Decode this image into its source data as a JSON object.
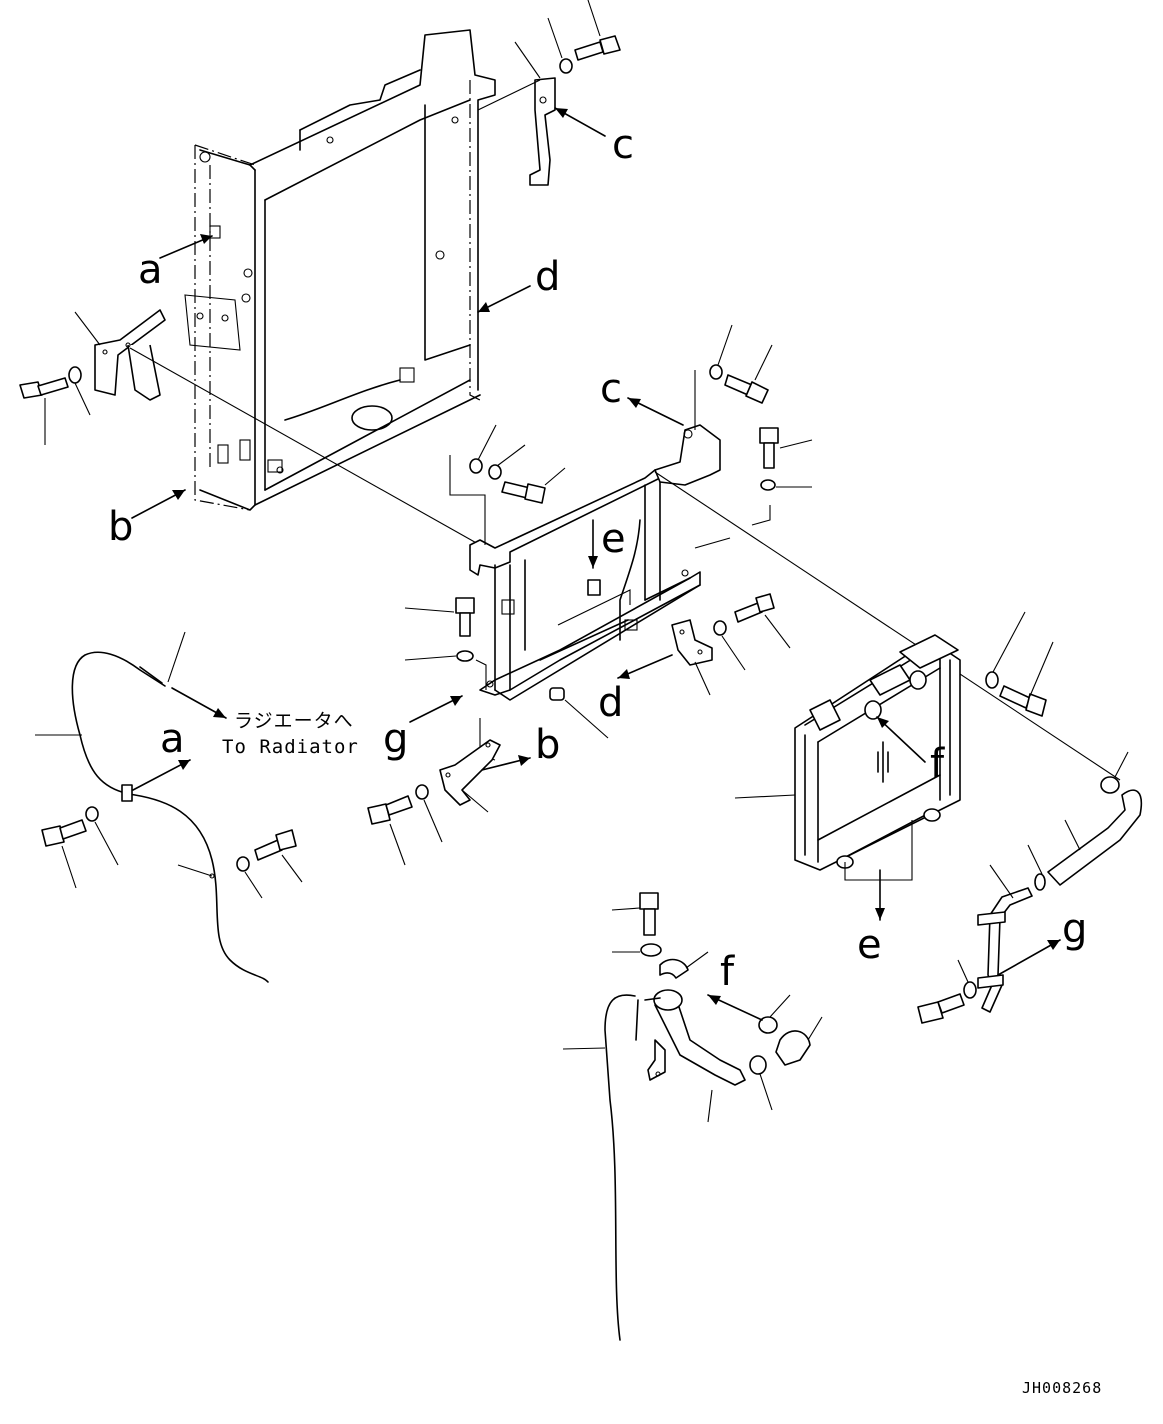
{
  "callouts": {
    "a_left_frame": "a",
    "b_left_frame": "b",
    "c_top": "c",
    "d_frame": "d",
    "c_shroud": "c",
    "e_shroud": "e",
    "d_shroud": "d",
    "g_shroud": "g",
    "b_shroud": "b",
    "a_hose": "a",
    "f_radiator": "f",
    "e_radiator": "e",
    "g_pipe": "g",
    "f_tank": "f"
  },
  "notes": {
    "to_radiator_jp": "ラジエータへ",
    "to_radiator_en": "To Radiator"
  },
  "drawing_number": "JH008268"
}
